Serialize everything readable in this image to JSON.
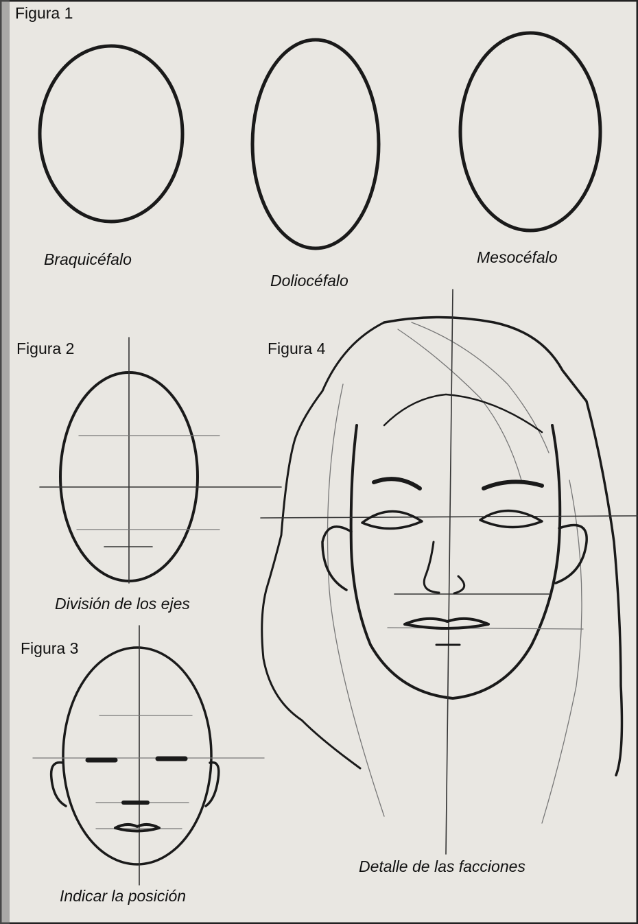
{
  "figures": {
    "fig1": {
      "label": "Figura 1"
    },
    "fig2": {
      "label": "Figura 2"
    },
    "fig3": {
      "label": "Figura 3"
    },
    "fig4": {
      "label": "Figura 4"
    }
  },
  "captions": {
    "braquicefalo": "Braquicéfalo",
    "doliocefalo": "Doliocéfalo",
    "mesocefalo": "Mesocéfalo",
    "division": "División de los ejes",
    "indicar": "Indicar la posición",
    "detalle": "Detalle de las facciones"
  },
  "colors": {
    "paper": "#e9e7e2",
    "pencil": "#1a1a1a"
  }
}
